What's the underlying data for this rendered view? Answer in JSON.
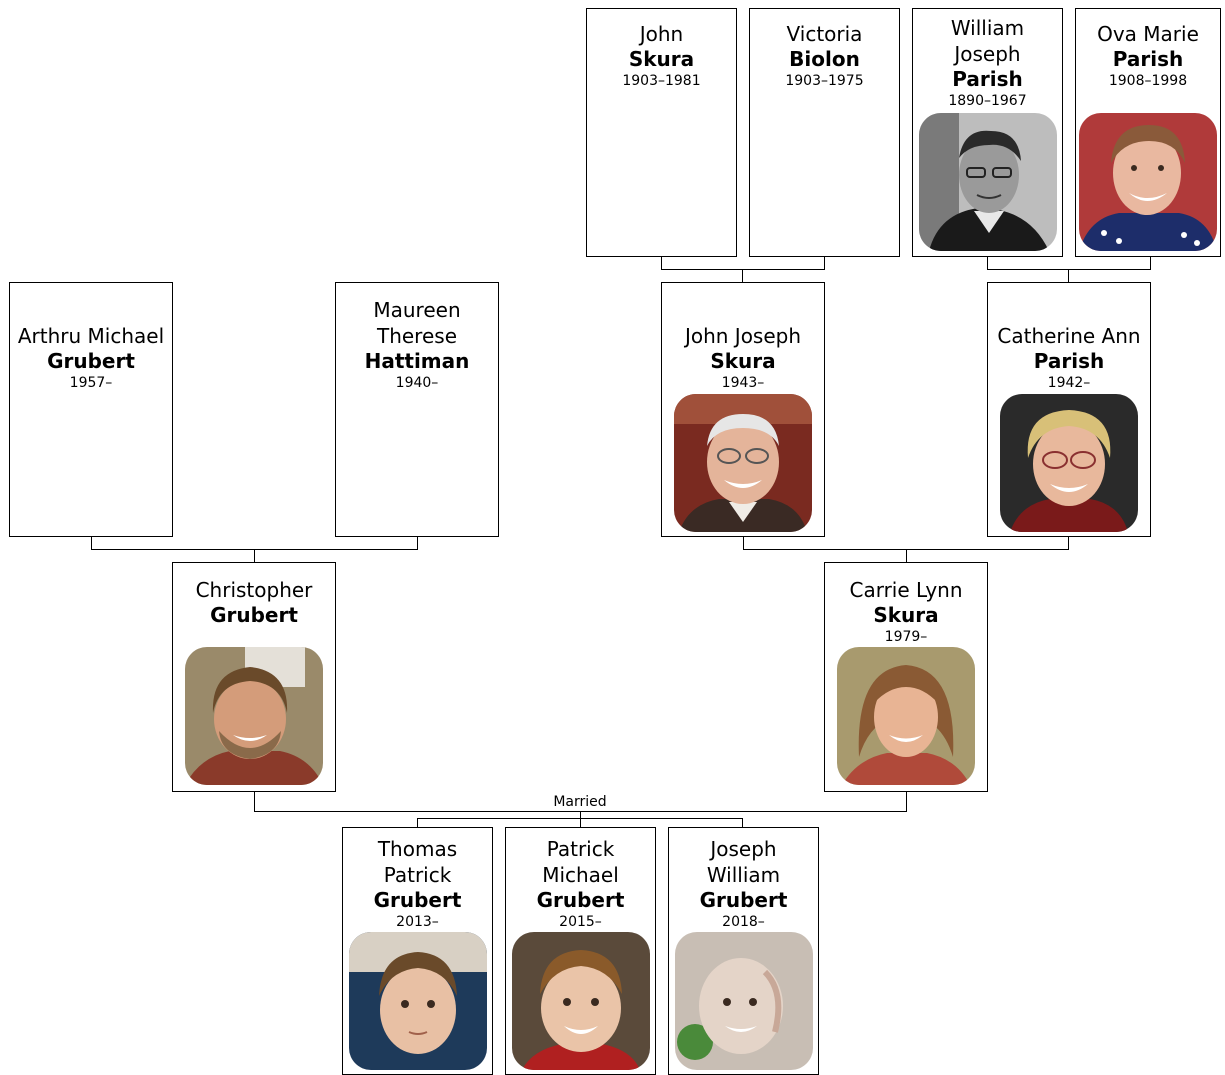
{
  "people": {
    "john_skura": {
      "given": "John",
      "surname": "Skura",
      "dates": "1903–1981"
    },
    "victoria_biolon": {
      "given": "Victoria",
      "surname": "Biolon",
      "dates": "1903–1975"
    },
    "william_parish": {
      "given": "William Joseph",
      "surname": "Parish",
      "dates": "1890–1967"
    },
    "ova_parish": {
      "given": "Ova Marie",
      "surname": "Parish",
      "dates": "1908–1998"
    },
    "arthru_grubert": {
      "given": "Arthru Michael",
      "surname": "Grubert",
      "dates": "1957–"
    },
    "maureen_hattiman": {
      "given": "Maureen Therese",
      "surname": "Hattiman",
      "dates": "1940–"
    },
    "john_joseph_skura": {
      "given": "John Joseph",
      "surname": "Skura",
      "dates": "1943–"
    },
    "catherine_parish": {
      "given": "Catherine Ann",
      "surname": "Parish",
      "dates": "1942–"
    },
    "christopher_grubert": {
      "given": "Christopher",
      "surname": "Grubert",
      "dates": ""
    },
    "carrie_skura": {
      "given": "Carrie Lynn",
      "surname": "Skura",
      "dates": "1979–"
    },
    "thomas_grubert": {
      "given": "Thomas Patrick",
      "surname": "Grubert",
      "dates": "2013–"
    },
    "patrick_grubert": {
      "given": "Patrick Michael",
      "surname": "Grubert",
      "dates": "2015–"
    },
    "joseph_grubert": {
      "given": "Joseph William",
      "surname": "Grubert",
      "dates": "2018–"
    }
  },
  "relationship_label": "Married"
}
